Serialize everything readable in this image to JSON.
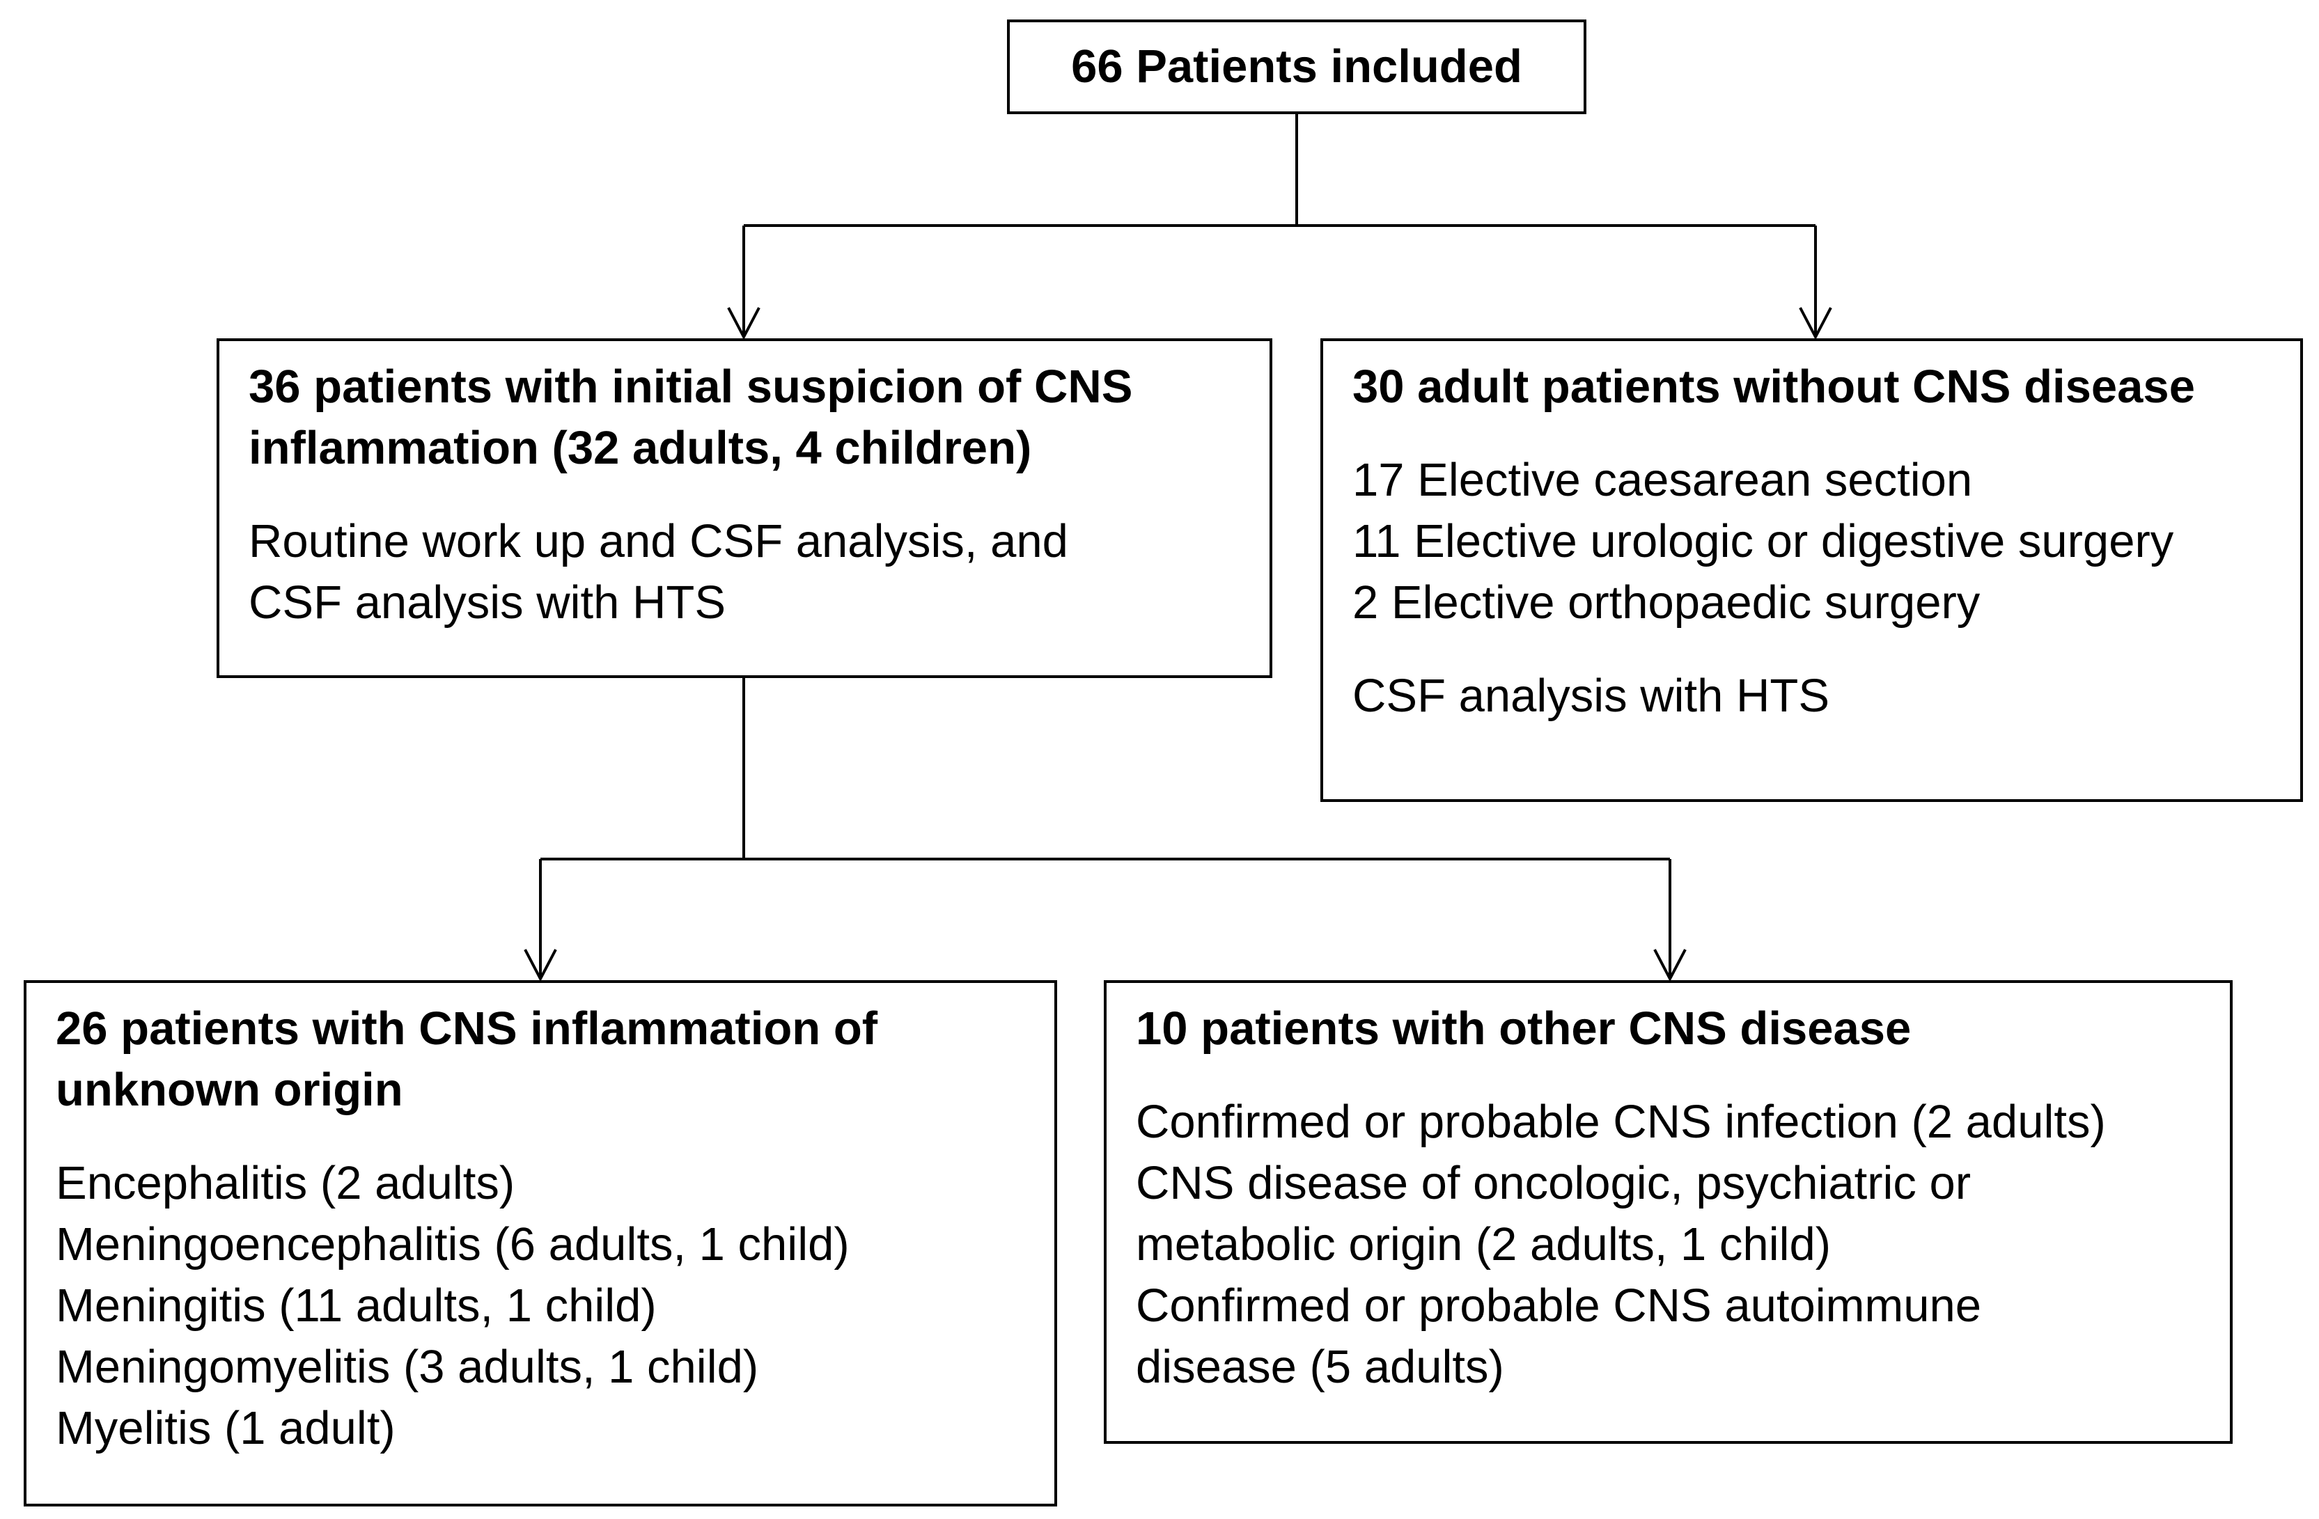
{
  "colors": {
    "line": "#000000",
    "background": "#ffffff"
  },
  "top_box": {
    "title": "66 Patients included"
  },
  "suspicion_box": {
    "title_lines": [
      "36 patients with initial suspicion of CNS",
      "inflammation (32 adults, 4 children)"
    ],
    "body_lines": [
      "Routine work up and CSF analysis, and",
      "CSF analysis with HTS"
    ]
  },
  "no_cns_box": {
    "title": "30 adult patients without CNS disease",
    "items": [
      "17 Elective caesarean section",
      "11 Elective urologic or digestive surgery",
      "2 Elective orthopaedic surgery"
    ],
    "footer": "CSF analysis with HTS"
  },
  "unknown_origin_box": {
    "title_lines": [
      "26 patients with CNS inflammation of",
      "unknown origin"
    ],
    "items": [
      "Encephalitis (2 adults)",
      "Meningoencephalitis (6 adults, 1 child)",
      "Meningitis (11 adults, 1 child)",
      "Meningomyelitis (3 adults, 1 child)",
      "Myelitis (1 adult)"
    ]
  },
  "other_cns_box": {
    "title": "10 patients with other CNS disease",
    "lines": [
      "Confirmed or probable CNS infection (2 adults)",
      "CNS disease of oncologic, psychiatric or",
      "metabolic origin (2 adults, 1 child)",
      "Confirmed or probable CNS autoimmune",
      "disease (5 adults)"
    ]
  }
}
